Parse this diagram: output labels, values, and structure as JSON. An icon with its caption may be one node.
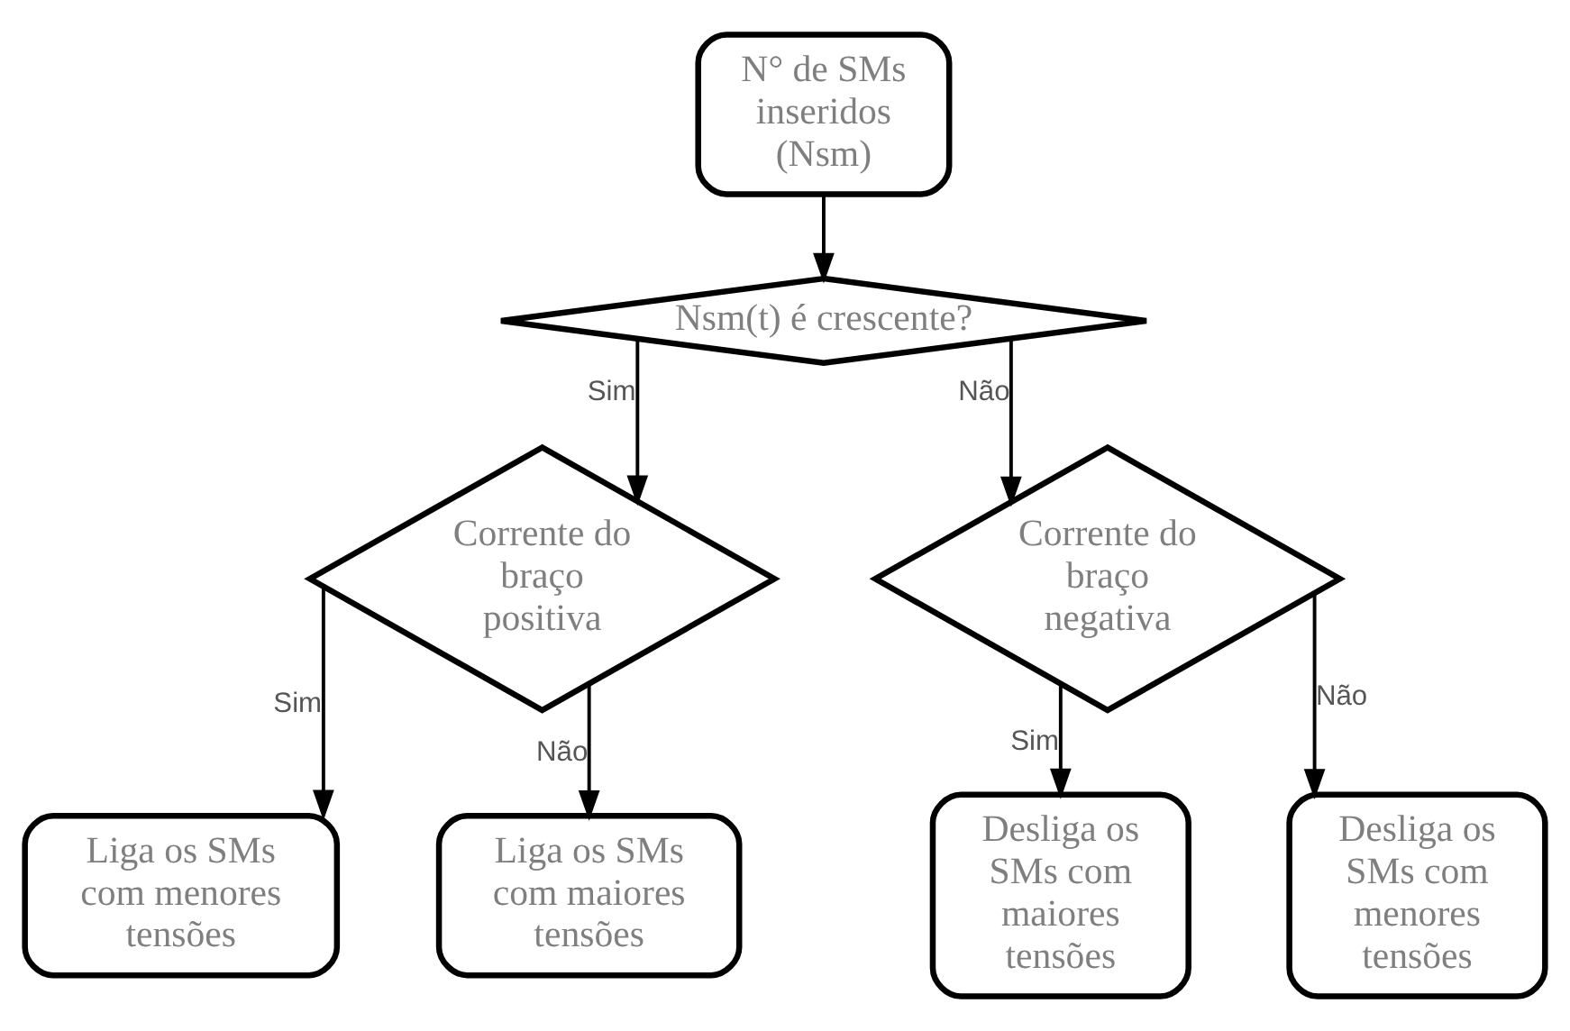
{
  "diagram": {
    "nodes": [
      {
        "text": [
          "N° de SMs inseridos (Nsm)"
        ]
      },
      {
        "text": [
          "Nsm(t) é crescente?"
        ]
      },
      {
        "text": [
          "Corrente do braço positiva"
        ]
      },
      {
        "text": [
          "Corrente do braço negativa"
        ]
      },
      {
        "text": [
          "Liga os SMs com menores tensões"
        ]
      },
      {
        "text": [
          "Liga os SMs com maiores tensões"
        ]
      },
      {
        "text": [
          "Desliga os SMs com maiores tensões"
        ]
      },
      {
        "text": [
          "Desliga os SMs com menores tensões"
        ]
      }
    ],
    "edges": [
      {
        "from": 0,
        "to": 1,
        "arrow": "to"
      },
      {
        "from": 1,
        "to": 2,
        "arrow": "to",
        "label": "Sim"
      },
      {
        "from": 1,
        "to": 3,
        "arrow": "to",
        "label": "Não"
      },
      {
        "from": 2,
        "to": 4,
        "arrow": "to",
        "label": "Sim"
      },
      {
        "from": 2,
        "to": 5,
        "arrow": "to",
        "label": "Não"
      },
      {
        "from": 3,
        "to": 6,
        "arrow": "to",
        "label": "Sim"
      },
      {
        "from": 3,
        "to": 7,
        "arrow": "to",
        "label": "Não"
      }
    ]
  }
}
